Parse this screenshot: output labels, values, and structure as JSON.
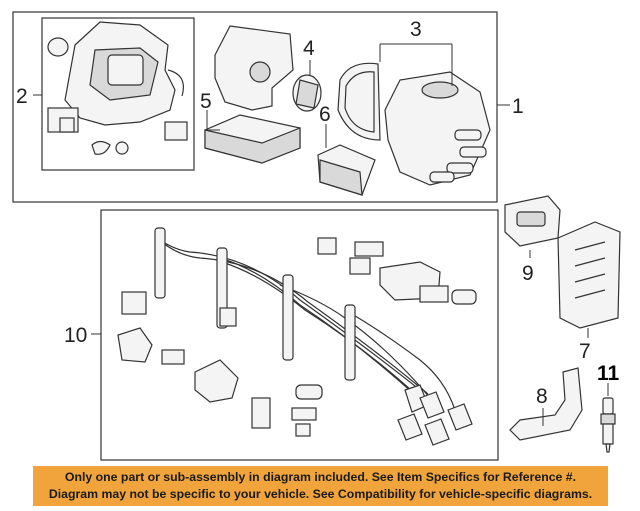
{
  "callouts": {
    "c1": "1",
    "c2": "2",
    "c3": "3",
    "c4": "4",
    "c5": "5",
    "c6": "6",
    "c7": "7",
    "c8": "8",
    "c9": "9",
    "c10": "10",
    "c11": "11"
  },
  "disclaimer": {
    "line1": "Only one part or sub-assembly in diagram included. See Item Specifics for Reference #.",
    "line2": "Diagram may not be specific to your vehicle. See Compatibility for vehicle-specific diagrams."
  },
  "colors": {
    "banner": "#f0a43b",
    "line": "#333333"
  }
}
